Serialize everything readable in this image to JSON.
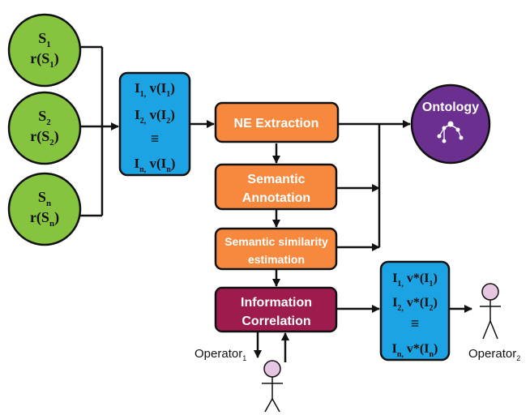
{
  "colors": {
    "source": "#86c440",
    "list": "#1ba3e3",
    "process": "#f7893e",
    "correlation": "#9e1c4d",
    "ontology": "#6a2f8f",
    "person": "#e7c6e2",
    "line": "#111111"
  },
  "sources": [
    {
      "letter": "S",
      "sub": "1",
      "r": "r(S",
      "rsub": "1",
      "close": ")"
    },
    {
      "letter": "S",
      "sub": "2",
      "r": "r(S",
      "rsub": "2",
      "close": ")"
    },
    {
      "letter": "S",
      "sub": "n",
      "r": "r(S",
      "rsub": "n",
      "close": ")"
    }
  ],
  "input_list": {
    "rows": [
      {
        "a": "I",
        "asub": "1,",
        "b": " v(I",
        "bsub": "1",
        "c": ")"
      },
      {
        "a": "I",
        "asub": "2,",
        "b": " v(I",
        "bsub": "2",
        "c": ")"
      },
      {
        "a": "I",
        "asub": "n,",
        "b": " v(I",
        "bsub": "n",
        "c": ")"
      }
    ],
    "ellipsis": "≡"
  },
  "output_list": {
    "rows": [
      {
        "a": "I",
        "asub": "1,",
        "b": " v*(I",
        "bsub": "1",
        "c": ")"
      },
      {
        "a": "I",
        "asub": "2,",
        "b": " v*(I",
        "bsub": "2",
        "c": ")"
      },
      {
        "a": "I",
        "asub": "n,",
        "b": " v*(I",
        "bsub": "n",
        "c": ")"
      }
    ],
    "ellipsis": "≡"
  },
  "steps": {
    "ne_extraction": "NE Extraction",
    "semantic_annotation": [
      "Semantic",
      "Annotation"
    ],
    "similarity": [
      "Semantic similarity",
      "estimation"
    ],
    "correlation": [
      "Information",
      "Correlation"
    ]
  },
  "ontology": {
    "label": "Ontology",
    "icon": "tree-icon"
  },
  "operators": [
    {
      "label": "Operator",
      "sub": "1"
    },
    {
      "label": "Operator",
      "sub": "2"
    }
  ]
}
